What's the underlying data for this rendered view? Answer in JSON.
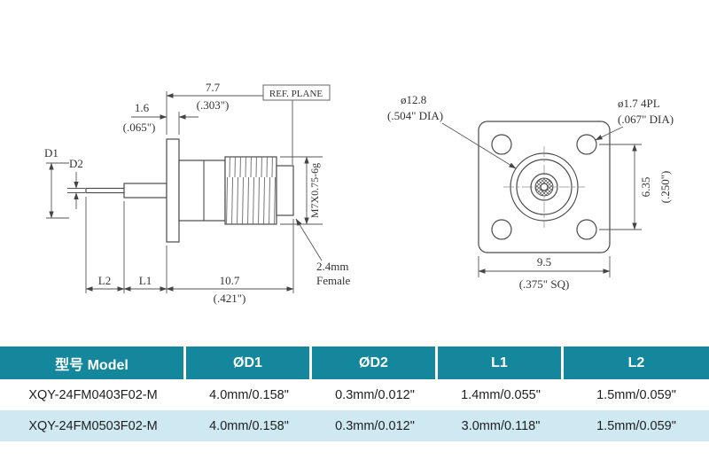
{
  "drawing": {
    "side_view": {
      "dim_top_mm": "7.7",
      "dim_top_in": "(.303\")",
      "dim_flange_mm": "1.6",
      "dim_flange_in": "(.065\")",
      "ref_plane": "REF. PLANE",
      "d1": "D1",
      "d2": "D2",
      "thread_spec": "M7X0.75-6g",
      "interface_line1": "2.4mm",
      "interface_line2": "Female",
      "l2": "L2",
      "l1": "L1",
      "dim_total_mm": "10.7",
      "dim_total_in": "(.421\")"
    },
    "front_view": {
      "center_dia_mm": "ø12.8",
      "center_dia_in": "(.504\"  DIA)",
      "hole_dia_mm": "ø1.7  4PL",
      "hole_dia_in": "(.067\"  DIA)",
      "hole_pitch_mm": "6.35",
      "hole_pitch_in": "(.250\")",
      "flange_mm": "9.5",
      "flange_in": "(.375\" SQ)"
    }
  },
  "table": {
    "columns": [
      "型号 Model",
      "ØD1",
      "ØD2",
      "L1",
      "L2"
    ],
    "rows": [
      [
        "XQY-24FM0403F02-M",
        "4.0mm/0.158\"",
        "0.3mm/0.012\"",
        "1.4mm/0.055\"",
        "1.5mm/0.059\""
      ],
      [
        "XQY-24FM0503F02-M",
        "4.0mm/0.158\"",
        "0.3mm/0.012\"",
        "3.0mm/0.118\"",
        "1.5mm/0.059\""
      ]
    ],
    "colors": {
      "header_bg": "#15879c",
      "header_text": "#ffffff",
      "row_alt_bg": "#cfe9f2",
      "line_color": "#4a4a4a"
    }
  }
}
